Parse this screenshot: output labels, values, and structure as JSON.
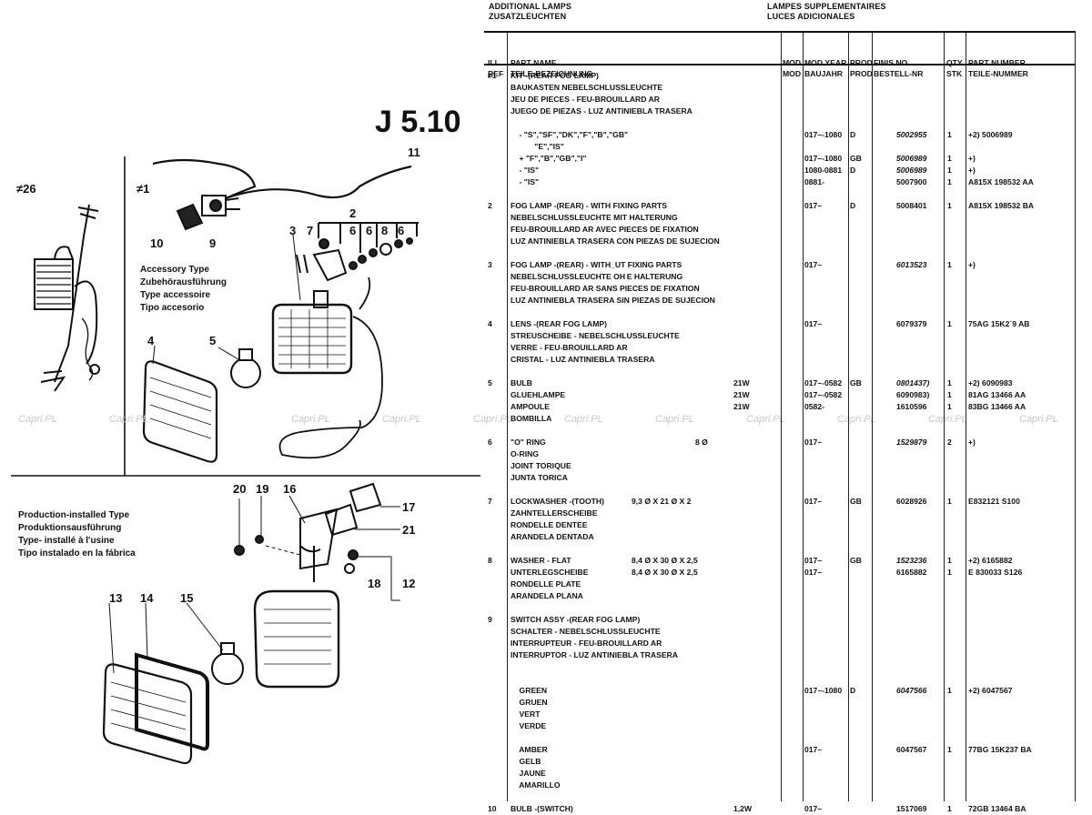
{
  "header": {
    "left_en": "ADDITIONAL LAMPS",
    "left_de": "ZUSATZLEUCHTEN",
    "right_fr": "LAMPES SUPPLEMENTAIRES",
    "right_es": "LUCES ADICIONALES"
  },
  "page_ref": "J 5.10",
  "diagram": {
    "sec26": "≠26",
    "sec1": "≠1",
    "accessory": [
      "Accessory Type",
      "Zubehörausführung",
      "Type accessoire",
      "Tipo accesorio"
    ],
    "production": [
      "Production-installed Type",
      "Produktionsausführung",
      "Type- installé à l'usine",
      "Tipo instalado en la fábrica"
    ],
    "callouts": [
      "11",
      "10",
      "9",
      "2",
      "3",
      "7",
      "6",
      "6",
      "8",
      "6",
      "4",
      "5",
      "20",
      "19",
      "16",
      "17",
      "21",
      "18",
      "12",
      "13",
      "14",
      "15"
    ],
    "watermark": "Capri.PL"
  },
  "table": {
    "headers": {
      "ref": [
        "ILL.",
        "REF"
      ],
      "name": [
        "PART NAME",
        "TEILE-BEZEICHNUNG"
      ],
      "mod": [
        "MOD",
        "MOD"
      ],
      "year": [
        "MOD.YEAR",
        "BAUJAHR"
      ],
      "prod": [
        "PROD",
        "PROD"
      ],
      "finis": [
        "FINIS NO.",
        "BESTELL-NR"
      ],
      "qty": [
        "QTY",
        "STK"
      ],
      "partno": [
        "PART NUMBER",
        "TEILE-NUMMER"
      ]
    },
    "rows": [
      {
        "ref": "≠1",
        "name": "KIT -(REAR FOG LAMP)",
        "spec": "",
        "year": "",
        "prod": "",
        "finis": "",
        "qty": "",
        "pn": ""
      },
      {
        "ref": "",
        "name": "BAUKASTEN NEBELSCHLUSSLEUCHTE",
        "spec": "",
        "year": "",
        "prod": "",
        "finis": "",
        "qty": "",
        "pn": ""
      },
      {
        "ref": "",
        "name": "JEU DE PIECES - FEU-BROUILLARD AR",
        "spec": "",
        "year": "",
        "prod": "",
        "finis": "",
        "qty": "",
        "pn": ""
      },
      {
        "ref": "",
        "name": "JUEGO DE PIEZAS - LUZ ANTINIEBLA TRASERA",
        "spec": "",
        "year": "",
        "prod": "",
        "finis": "",
        "qty": "",
        "pn": ""
      },
      {
        "ref": "",
        "name": "",
        "spec": "",
        "year": "",
        "prod": "",
        "finis": "",
        "qty": "",
        "pn": ""
      },
      {
        "ref": "",
        "name": "    - \"S\",\"SF\",\"DK\",\"F\",\"B\",\"GB\"",
        "spec": "",
        "year": "017–-1080",
        "prod": "D",
        "finis": "5002955",
        "it": true,
        "qty": "1",
        "pn": "+2) 5006989"
      },
      {
        "ref": "",
        "name": "           \"E\",\"IS\"",
        "spec": "",
        "year": "",
        "prod": "",
        "finis": "",
        "qty": "",
        "pn": ""
      },
      {
        "ref": "",
        "name": "    + \"F\",\"B\",\"GB\",\"I\"",
        "spec": "",
        "year": "017–-1080",
        "prod": "GB",
        "finis": "5006989",
        "it": true,
        "qty": "1",
        "pn": "+)"
      },
      {
        "ref": "",
        "name": "    - \"IS\"",
        "spec": "",
        "year": "1080-0881",
        "prod": "D",
        "finis": "5006989",
        "it": true,
        "qty": "1",
        "pn": "+)"
      },
      {
        "ref": "",
        "name": "    - \"IS\"",
        "spec": "",
        "year": "0881-",
        "prod": "",
        "finis": "5007900",
        "qty": "1",
        "pn": "A815X 198532 AA"
      },
      {
        "ref": "",
        "name": "",
        "spec": "",
        "year": "",
        "prod": "",
        "finis": "",
        "qty": "",
        "pn": ""
      },
      {
        "ref": "2",
        "name": "FOG LAMP -(REAR) - WITH FIXING PARTS",
        "spec": "",
        "year": "017–",
        "prod": "D",
        "finis": "5008401",
        "qty": "1",
        "pn": "A815X 198532 BA"
      },
      {
        "ref": "",
        "name": "NEBELSCHLUSSLEUCHTE MIT HALTERUNG",
        "spec": "",
        "year": "",
        "prod": "",
        "finis": "",
        "qty": "",
        "pn": ""
      },
      {
        "ref": "",
        "name": "FEU-BROUILLARD AR AVEC PIECES DE FIXATION",
        "spec": "",
        "year": "",
        "prod": "",
        "finis": "",
        "qty": "",
        "pn": ""
      },
      {
        "ref": "",
        "name": "LUZ ANTINIEBLA TRASERA CON PIEZAS DE SUJECION",
        "spec": "",
        "year": "",
        "prod": "",
        "finis": "",
        "qty": "",
        "pn": ""
      },
      {
        "ref": "",
        "name": "",
        "spec": "",
        "year": "",
        "prod": "",
        "finis": "",
        "qty": "",
        "pn": ""
      },
      {
        "ref": "3",
        "name": "FOG LAMP -(REAR) - WITH_UT FIXING PARTS",
        "spec": "",
        "year": "017–",
        "prod": "",
        "finis": "6013523",
        "it": true,
        "qty": "1",
        "pn": "+)"
      },
      {
        "ref": "",
        "name": "NEBELSCHLUSSLEUCHTE OH E HALTERUNG",
        "spec": "",
        "year": "",
        "prod": "",
        "finis": "",
        "qty": "",
        "pn": ""
      },
      {
        "ref": "",
        "name": "FEU-BROUILLARD AR SANS PIECES DE FIXATION",
        "spec": "",
        "year": "",
        "prod": "",
        "finis": "",
        "qty": "",
        "pn": ""
      },
      {
        "ref": "",
        "name": "LUZ ANTINIEBLA TRASERA SIN PIEZAS DE SUJECION",
        "spec": "",
        "year": "",
        "prod": "",
        "finis": "",
        "qty": "",
        "pn": ""
      },
      {
        "ref": "",
        "name": "",
        "spec": "",
        "year": "",
        "prod": "",
        "finis": "",
        "qty": "",
        "pn": ""
      },
      {
        "ref": "4",
        "name": "LENS -(REAR FOG LAMP)",
        "spec": "",
        "year": "017–",
        "prod": "",
        "finis": "6079379",
        "qty": "1",
        "pn": "75AG 15K2´9 AB"
      },
      {
        "ref": "",
        "name": "STREUSCHEIBE - NEBELSCHLUSSLEUCHTE",
        "spec": "",
        "year": "",
        "prod": "",
        "finis": "",
        "qty": "",
        "pn": ""
      },
      {
        "ref": "",
        "name": "VERRE - FEU-BROUILLARD AR",
        "spec": "",
        "year": "",
        "prod": "",
        "finis": "",
        "qty": "",
        "pn": ""
      },
      {
        "ref": "",
        "name": "CRISTAL - LUZ ANTINIEBLA TRASERA",
        "spec": "",
        "year": "",
        "prod": "",
        "finis": "",
        "qty": "",
        "pn": ""
      },
      {
        "ref": "",
        "name": "",
        "spec": "",
        "year": "",
        "prod": "",
        "finis": "",
        "qty": "",
        "pn": ""
      },
      {
        "ref": "5",
        "name": "BULB",
        "spec": "21W",
        "year": "017–-0582",
        "prod": "GB",
        "finis": "0801437)",
        "it": true,
        "qty": "1",
        "pn": "+2) 6090983"
      },
      {
        "ref": "",
        "name": "GLUEHLAMPE",
        "spec": "21W",
        "year": "017–-0582",
        "prod": "",
        "finis": "6090983)",
        "qty": "1",
        "pn": "81AG 13466 AA"
      },
      {
        "ref": "",
        "name": "AMPOULE",
        "spec": "21W",
        "year": "0582-",
        "prod": "",
        "finis": "1610596",
        "qty": "1",
        "pn": "83BG 13466 AA"
      },
      {
        "ref": "",
        "name": "BOMBILLA",
        "spec": "",
        "year": "",
        "prod": "",
        "finis": "",
        "qty": "",
        "pn": ""
      },
      {
        "ref": "",
        "name": "",
        "spec": "",
        "year": "",
        "prod": "",
        "finis": "",
        "qty": "",
        "pn": ""
      },
      {
        "ref": "6",
        "name": "\"O\" RING",
        "spec": "8 Ø",
        "year": "017–",
        "prod": "",
        "finis": "1529879",
        "it": true,
        "qty": "2",
        "pn": "+)"
      },
      {
        "ref": "",
        "name": "O-RING",
        "spec": "",
        "year": "",
        "prod": "",
        "finis": "",
        "qty": "",
        "pn": ""
      },
      {
        "ref": "",
        "name": "JOINT TORIQUE",
        "spec": "",
        "year": "",
        "prod": "",
        "finis": "",
        "qty": "",
        "pn": ""
      },
      {
        "ref": "",
        "name": "JUNTA TORICA",
        "spec": "",
        "year": "",
        "prod": "",
        "finis": "",
        "qty": "",
        "pn": ""
      },
      {
        "ref": "",
        "name": "",
        "spec": "",
        "year": "",
        "prod": "",
        "finis": "",
        "qty": "",
        "pn": ""
      },
      {
        "ref": "7",
        "name": "LOCKWASHER -(TOOTH)",
        "spec": "9,3 Ø X 21 Ø X 2",
        "year": "017–",
        "prod": "GB",
        "finis": "6028926",
        "qty": "1",
        "pn": "E832121 S100"
      },
      {
        "ref": "",
        "name": "ZAHNTELLERSCHEIBE",
        "spec": "",
        "year": "",
        "prod": "",
        "finis": "",
        "qty": "",
        "pn": ""
      },
      {
        "ref": "",
        "name": "RONDELLE DENTEE",
        "spec": "",
        "year": "",
        "prod": "",
        "finis": "",
        "qty": "",
        "pn": ""
      },
      {
        "ref": "",
        "name": "ARANDELA DENTADA",
        "spec": "",
        "year": "",
        "prod": "",
        "finis": "",
        "qty": "",
        "pn": ""
      },
      {
        "ref": "",
        "name": "",
        "spec": "",
        "year": "",
        "prod": "",
        "finis": "",
        "qty": "",
        "pn": ""
      },
      {
        "ref": "8",
        "name": "WASHER - FLAT",
        "spec": "8,4 Ø X 30 Ø X 2,5",
        "year": "017–",
        "prod": "GB",
        "finis": "1523236",
        "it": true,
        "qty": "1",
        "pn": "+2) 6165882"
      },
      {
        "ref": "",
        "name": "UNTERLEGSCHEIBE",
        "spec": "8,4 Ø X 30 Ø X 2,5",
        "year": "017–",
        "prod": "",
        "finis": "6165882",
        "qty": "1",
        "pn": "E 830033 S126"
      },
      {
        "ref": "",
        "name": "RONDELLE PLATE",
        "spec": "",
        "year": "",
        "prod": "",
        "finis": "",
        "qty": "",
        "pn": ""
      },
      {
        "ref": "",
        "name": "ARANDELA PLANA",
        "spec": "",
        "year": "",
        "prod": "",
        "finis": "",
        "qty": "",
        "pn": ""
      },
      {
        "ref": "",
        "name": "",
        "spec": "",
        "year": "",
        "prod": "",
        "finis": "",
        "qty": "",
        "pn": ""
      },
      {
        "ref": "9",
        "name": "SWITCH ASSY -(REAR FOG LAMP)",
        "spec": "",
        "year": "",
        "prod": "",
        "finis": "",
        "qty": "",
        "pn": ""
      },
      {
        "ref": "",
        "name": "SCHALTER - NEBELSCHLUSSLEUCHTE",
        "spec": "",
        "year": "",
        "prod": "",
        "finis": "",
        "qty": "",
        "pn": ""
      },
      {
        "ref": "",
        "name": "INTERRUPTEUR - FEU-BROUILLARD AR",
        "spec": "",
        "year": "",
        "prod": "",
        "finis": "",
        "qty": "",
        "pn": ""
      },
      {
        "ref": "",
        "name": "INTERRUPTOR - LUZ ANTINIEBLA TRASERA",
        "spec": "",
        "year": "",
        "prod": "",
        "finis": "",
        "qty": "",
        "pn": ""
      },
      {
        "ref": "",
        "name": "",
        "spec": "",
        "year": "",
        "prod": "",
        "finis": "",
        "qty": "",
        "pn": ""
      },
      {
        "ref": "",
        "name": "",
        "spec": "",
        "year": "",
        "prod": "",
        "finis": "",
        "qty": "",
        "pn": ""
      },
      {
        "ref": "",
        "name": "    GREEN",
        "spec": "",
        "year": "017–-1080",
        "prod": "D",
        "finis": "6047566",
        "it": true,
        "qty": "1",
        "pn": "+2) 6047567"
      },
      {
        "ref": "",
        "name": "    GRUEN",
        "spec": "",
        "year": "",
        "prod": "",
        "finis": "",
        "qty": "",
        "pn": ""
      },
      {
        "ref": "",
        "name": "    VERT",
        "spec": "",
        "year": "",
        "prod": "",
        "finis": "",
        "qty": "",
        "pn": ""
      },
      {
        "ref": "",
        "name": "    VERDE",
        "spec": "",
        "year": "",
        "prod": "",
        "finis": "",
        "qty": "",
        "pn": ""
      },
      {
        "ref": "",
        "name": "",
        "spec": "",
        "year": "",
        "prod": "",
        "finis": "",
        "qty": "",
        "pn": ""
      },
      {
        "ref": "",
        "name": "    AMBER",
        "spec": "",
        "year": "017–",
        "prod": "",
        "finis": "6047567",
        "qty": "1",
        "pn": "77BG 15K237 BA"
      },
      {
        "ref": "",
        "name": "    GELB",
        "spec": "",
        "year": "",
        "prod": "",
        "finis": "",
        "qty": "",
        "pn": ""
      },
      {
        "ref": "",
        "name": "    JAUNE",
        "spec": "",
        "year": "",
        "prod": "",
        "finis": "",
        "qty": "",
        "pn": ""
      },
      {
        "ref": "",
        "name": "    AMARILLO",
        "spec": "",
        "year": "",
        "prod": "",
        "finis": "",
        "qty": "",
        "pn": ""
      },
      {
        "ref": "",
        "name": "",
        "spec": "",
        "year": "",
        "prod": "",
        "finis": "",
        "qty": "",
        "pn": ""
      },
      {
        "ref": "10",
        "name": "BULB -(SWITCH)",
        "spec": "1,2W",
        "year": "017–",
        "prod": "",
        "finis": "1517069",
        "qty": "1",
        "pn": "72GB 13464 BA"
      }
    ]
  }
}
